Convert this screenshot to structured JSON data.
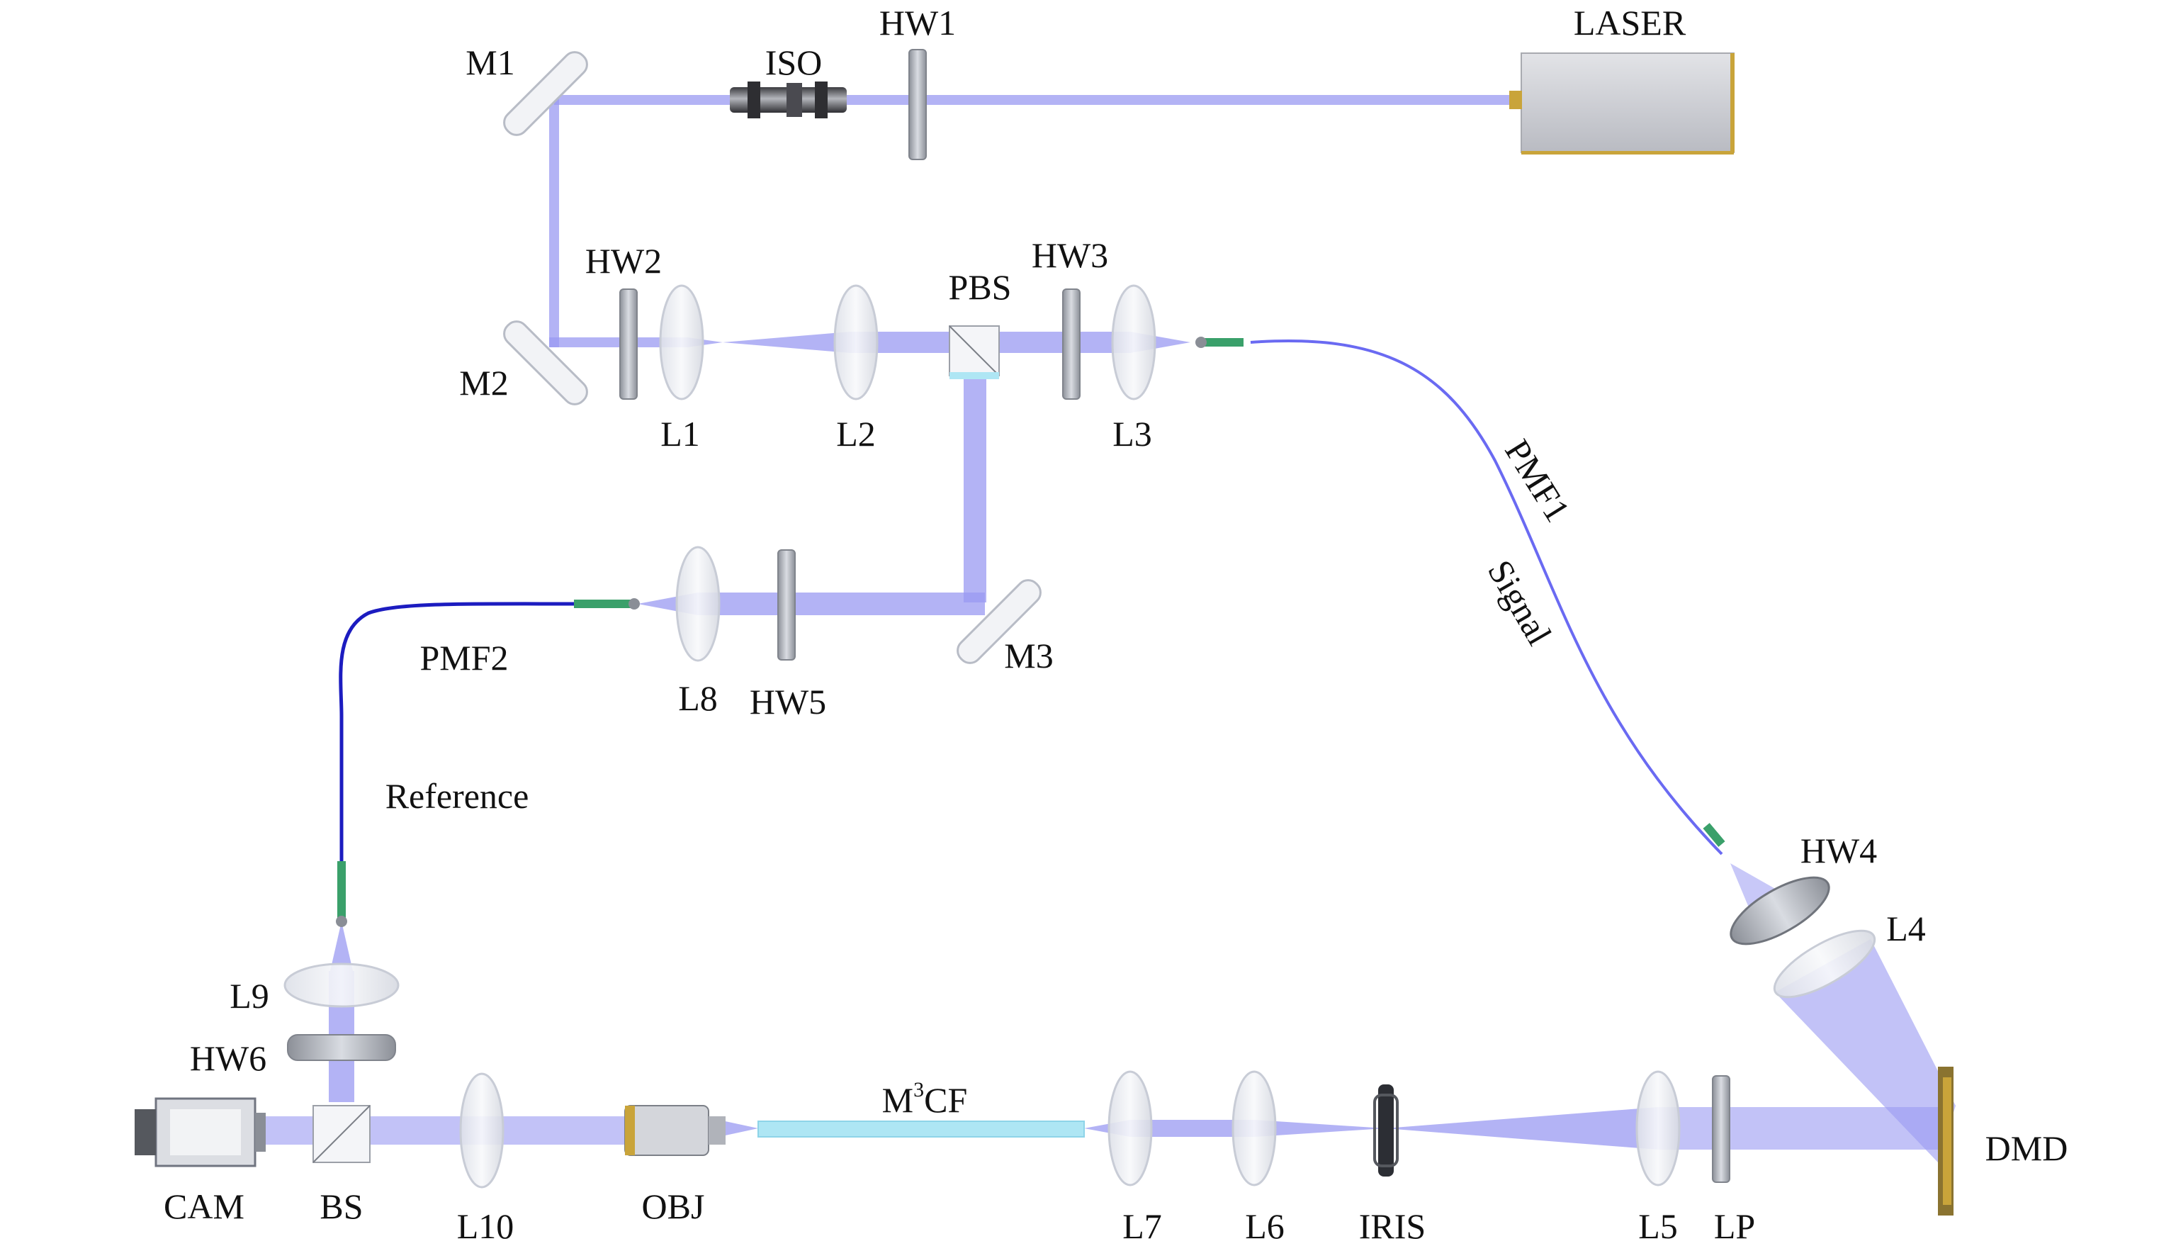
{
  "labels": {
    "laser": "LASER",
    "hw1": "HW1",
    "iso": "ISO",
    "m1": "M1",
    "hw2": "HW2",
    "hw3": "HW3",
    "pbs": "PBS",
    "m2": "M2",
    "l1": "L1",
    "l2": "L2",
    "l3": "L3",
    "pmf1": "PMF1",
    "signal": "Signal",
    "l8": "L8",
    "hw5": "HW5",
    "m3": "M3",
    "pmf2": "PMF2",
    "reference": "Reference",
    "hw4": "HW4",
    "l4": "L4",
    "l9": "L9",
    "hw6": "HW6",
    "m3cf_base": "M",
    "m3cf_sup": "3",
    "m3cf_rest": "CF",
    "dmd": "DMD",
    "cam": "CAM",
    "bs": "BS",
    "l10": "L10",
    "obj": "OBJ",
    "l7": "L7",
    "l6": "L6",
    "iris": "IRIS",
    "l5": "L5",
    "lp": "LP"
  },
  "colors": {
    "beam": "#9a9af2",
    "beam_light": "#c4c4f6",
    "fiber_dark": "#1c1cc0",
    "fiber_signal": "#6060f0",
    "fiber_cable": "#d8d8f8",
    "connector": "#3aa06a",
    "lens_fill": "#eef0f4",
    "lens_stroke": "#c8ccd6",
    "waveplate_fill": "#bfc3cb",
    "laser_body": "#cfd1d6",
    "laser_edge": "#c9a43a",
    "dmd_gold": "#c9a43a",
    "fiber_core": "#aee6f4"
  }
}
